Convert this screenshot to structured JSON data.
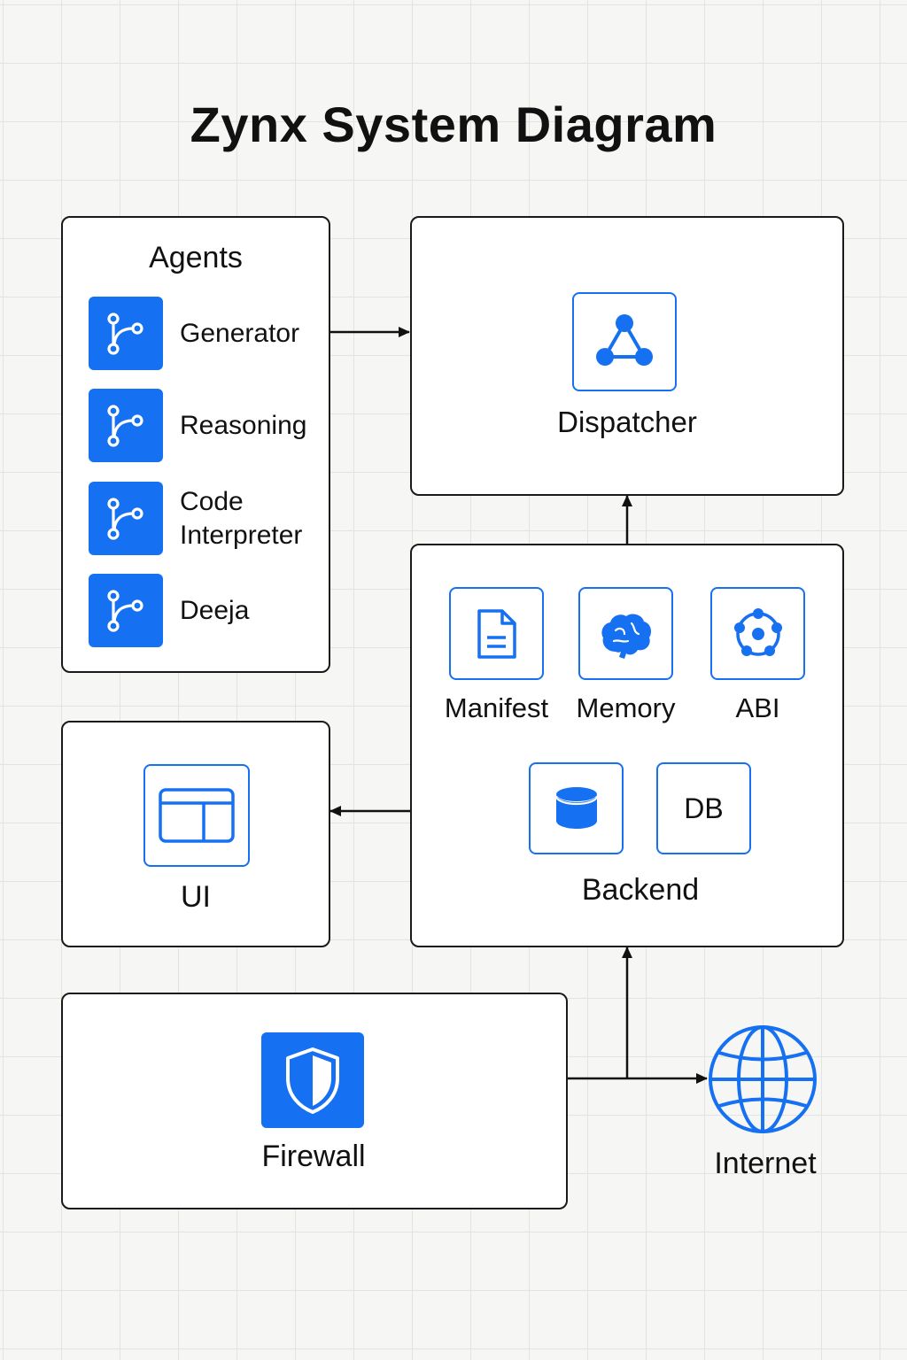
{
  "title": "Zynx System Diagram",
  "colors": {
    "accent": "#1570f2",
    "border": "#1a1a1a",
    "background": "#f6f6f4"
  },
  "agents": {
    "title": "Agents",
    "items": [
      {
        "label_lines": [
          "Generator"
        ],
        "icon": "git-branch-icon"
      },
      {
        "label_lines": [
          "Reasoning"
        ],
        "icon": "git-branch-icon"
      },
      {
        "label_lines": [
          "Code",
          "Interpreter"
        ],
        "icon": "git-branch-icon"
      },
      {
        "label_lines": [
          "Deeja"
        ],
        "icon": "git-branch-icon"
      }
    ]
  },
  "dispatcher": {
    "label": "Dispatcher",
    "icon": "network-triangle-icon"
  },
  "backend": {
    "label": "Backend",
    "items": [
      {
        "label": "Manifest",
        "icon": "document-icon"
      },
      {
        "label": "Memory",
        "icon": "brain-icon"
      },
      {
        "label": "ABI",
        "icon": "node-ring-icon"
      }
    ],
    "storage": [
      {
        "icon": "database-icon"
      },
      {
        "text": "DB"
      }
    ]
  },
  "ui": {
    "label": "UI",
    "icon": "browser-window-icon"
  },
  "firewall": {
    "label": "Firewall",
    "icon": "shield-icon"
  },
  "internet": {
    "label": "Internet",
    "icon": "globe-icon"
  },
  "connections": [
    {
      "from": "agents",
      "to": "dispatcher"
    },
    {
      "from": "backend",
      "to": "dispatcher"
    },
    {
      "from": "backend",
      "to": "ui"
    },
    {
      "from": "firewall",
      "to": "backend"
    },
    {
      "from": "firewall",
      "to": "internet"
    }
  ]
}
